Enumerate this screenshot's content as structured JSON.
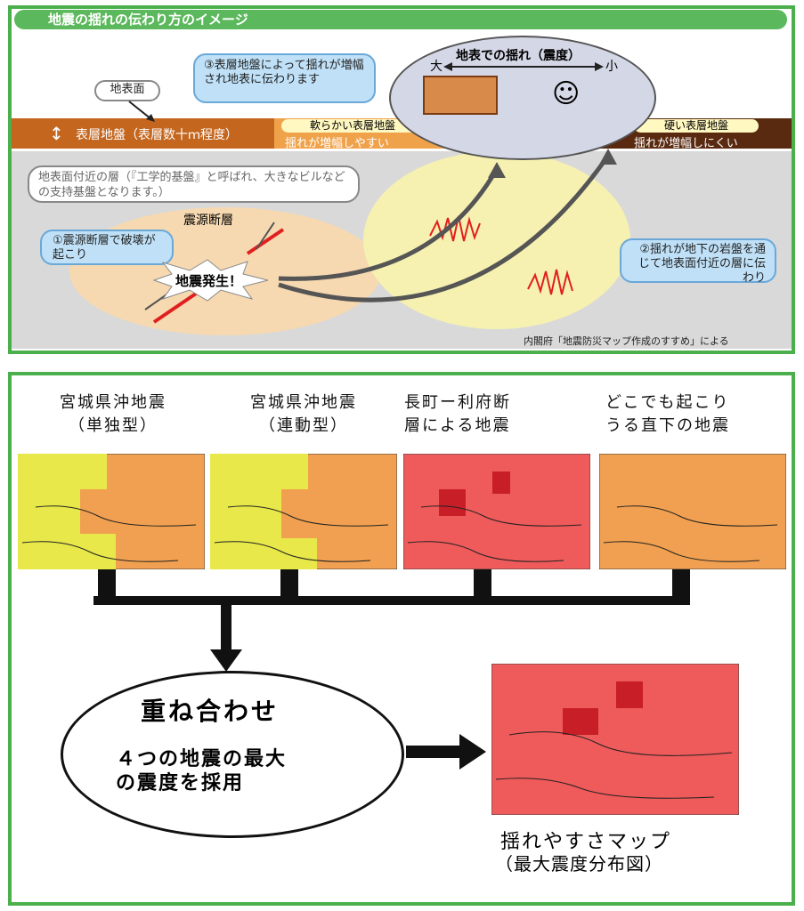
{
  "top": {
    "title": "地震の揺れの伝わり方のイメージ",
    "surface_label": "地表面",
    "surface_layer_label": "表層地盤（表層数十ｍ程度）",
    "soft_layer_tag": "軟らかい表層地盤",
    "soft_layer_text": "揺れが増幅しやすい",
    "hard_layer_tag": "硬い表層地盤",
    "hard_layer_text": "揺れが増幅しにくい",
    "step3": "③表層地盤によって揺れが増幅され地表に伝わります",
    "shaking_title": "地表での揺れ（震度）",
    "big_label": "大",
    "small_label": "小",
    "basement_note": "地表面付近の層（『工学的基盤』と呼ばれ、大きなビルなどの支持基盤となります。）",
    "fault_label": "震源断層",
    "step1": "①震源断層で破壊が起こり",
    "quake_label": "地震発生！",
    "step2": "②揺れが地下の岩盤を通じて地表面付近の層に伝わり",
    "source_note": "内閣府「地震防災マップ作成のすすめ」による"
  },
  "bottom": {
    "maps": [
      {
        "line1": "宮城県沖地震",
        "line2": "（単独型）"
      },
      {
        "line1": "宮城県沖地震",
        "line2": "（連動型）"
      },
      {
        "line1": "長町ー利府断",
        "line2": "層による地震"
      },
      {
        "line1": "どこでも起こり",
        "line2": "うる直下の地震"
      }
    ],
    "overlay_title": "重ね合わせ",
    "overlay_text_1": "４つの地震の最大",
    "overlay_text_2": "の震度を採用",
    "result_line1": "揺れやすさマップ",
    "result_line2": "（最大震度分布図）"
  },
  "colors": {
    "frame": "#4bb04b",
    "callout": "#bfe0f7",
    "map_yellow": "#e8e84a",
    "map_orange": "#f0a050",
    "map_red": "#ef5a5a"
  }
}
